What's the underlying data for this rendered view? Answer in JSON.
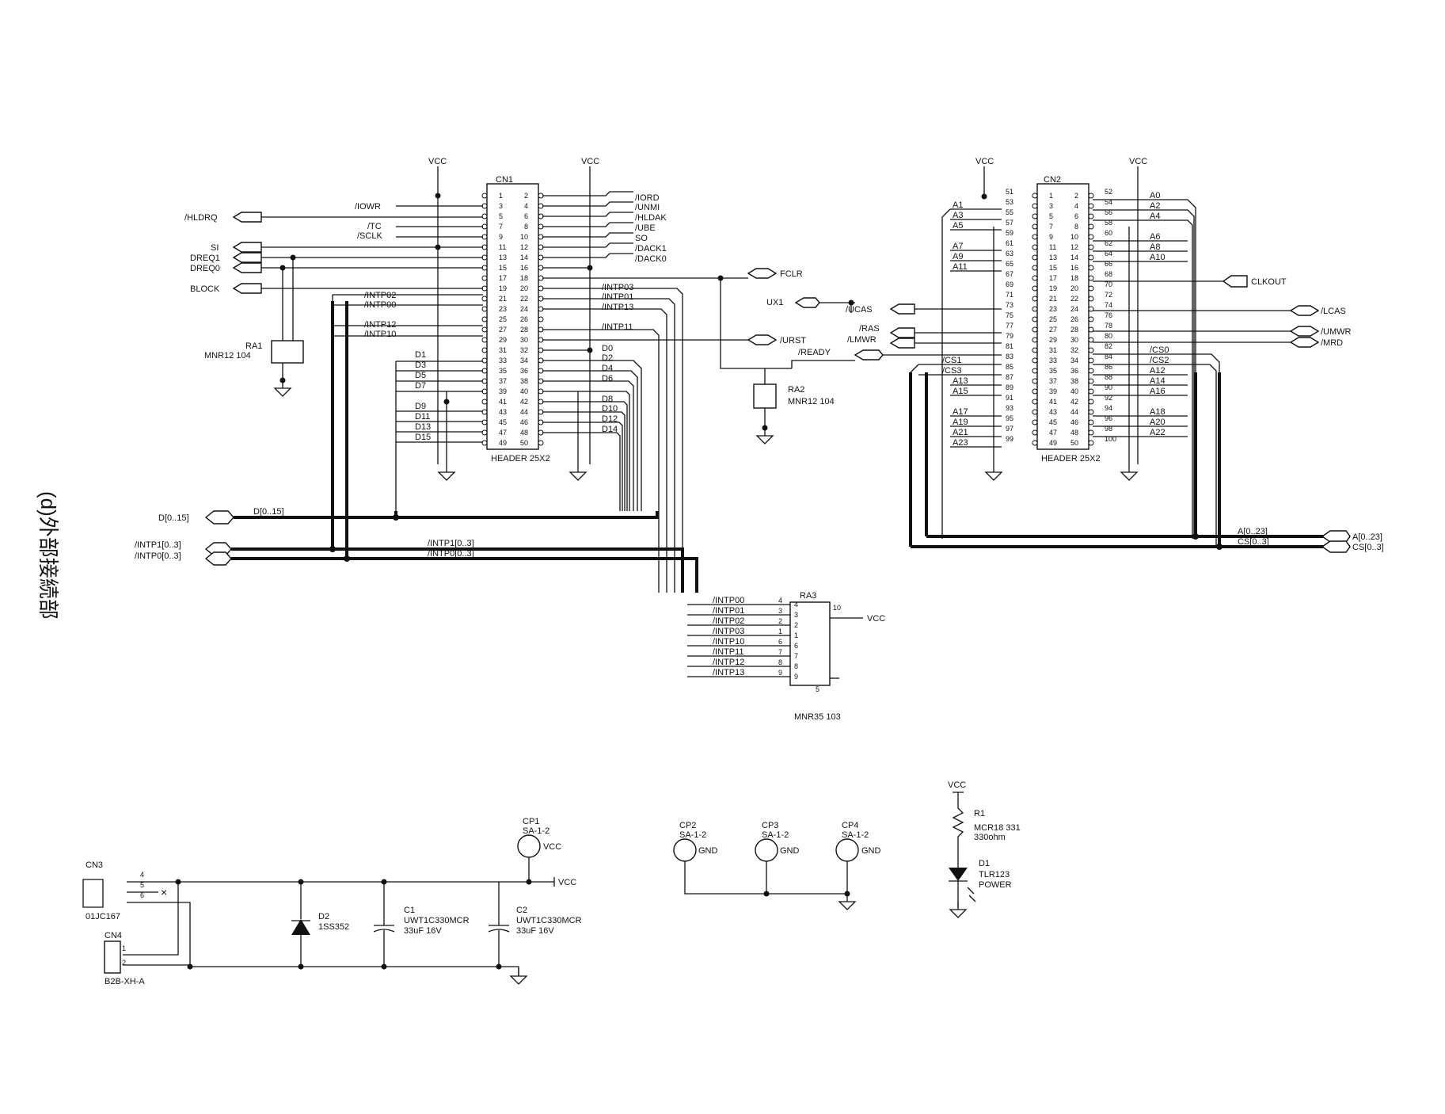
{
  "page": {
    "section_title": "(d)外部接続部"
  },
  "cn1": {
    "ref": "CN1",
    "part": "HEADER 25X2",
    "vcc_left": "VCC",
    "vcc_right": "VCC",
    "odd_pins": [
      "1",
      "3",
      "5",
      "7",
      "9",
      "11",
      "13",
      "15",
      "17",
      "19",
      "21",
      "23",
      "25",
      "27",
      "29",
      "31",
      "33",
      "35",
      "37",
      "39",
      "41",
      "43",
      "45",
      "47",
      "49"
    ],
    "even_pins": [
      "2",
      "4",
      "6",
      "8",
      "10",
      "12",
      "14",
      "16",
      "18",
      "20",
      "22",
      "24",
      "26",
      "28",
      "30",
      "32",
      "34",
      "36",
      "38",
      "40",
      "42",
      "44",
      "46",
      "48",
      "50"
    ],
    "left_signals": [
      "/IOWR",
      "/TC",
      "/SCLK",
      "/INTP02",
      "/INTP00",
      "/INTP12",
      "/INTP10",
      "D1",
      "D3",
      "D5",
      "D7",
      "D9",
      "D11",
      "D13",
      "D15"
    ],
    "right_signals": [
      "/IORD",
      "/UNMI",
      "/HLDAK",
      "/UBE",
      "SO",
      "/DACK1",
      "/DACK0",
      "/INTP03",
      "/INTP01",
      "/INTP13",
      "/INTP11",
      "D0",
      "D2",
      "D4",
      "D6",
      "D8",
      "D10",
      "D12",
      "D14"
    ]
  },
  "cn1_ports": {
    "hldrq": "/HLDRQ",
    "si": "SI",
    "dreq1": "DREQ1",
    "dreq0": "DREQ0",
    "block": "BLOCK",
    "fclr": "FCLR",
    "ux1": "UX1",
    "urst": "/URST",
    "ready": "/READY"
  },
  "ra1": {
    "ref": "RA1",
    "part": "MNR12 104"
  },
  "ra2": {
    "ref": "RA2",
    "part": "MNR12 104"
  },
  "cn2": {
    "ref": "CN2",
    "part": "HEADER 25X2",
    "vcc_left": "VCC",
    "vcc_right": "VCC",
    "left_ext": [
      "51",
      "53",
      "55",
      "57",
      "59",
      "61",
      "63",
      "65",
      "67",
      "69",
      "71",
      "73",
      "75",
      "77",
      "79",
      "81",
      "83",
      "85",
      "87",
      "89",
      "91",
      "93",
      "95",
      "97",
      "99"
    ],
    "right_ext": [
      "52",
      "54",
      "56",
      "58",
      "60",
      "62",
      "64",
      "66",
      "68",
      "70",
      "72",
      "74",
      "76",
      "78",
      "80",
      "82",
      "84",
      "86",
      "88",
      "90",
      "92",
      "94",
      "96",
      "98",
      "100"
    ],
    "left_signals": [
      "A1",
      "A3",
      "A5",
      "A7",
      "A9",
      "A11",
      "/CS1",
      "/CS3",
      "A13",
      "A15",
      "A17",
      "A19",
      "A21",
      "A23"
    ],
    "right_signals": [
      "A0",
      "A2",
      "A4",
      "A6",
      "A8",
      "A10",
      "/CS0",
      "/CS2",
      "A12",
      "A14",
      "A16",
      "A18",
      "A20",
      "A22"
    ]
  },
  "cn2_ports": {
    "clkout": "CLKOUT",
    "ucas": "/UCAS",
    "ras": "/RAS",
    "lmwr": "/LMWR",
    "lcas": "/LCAS",
    "umwr": "/UMWR",
    "mrd": "/MRD"
  },
  "buses": {
    "d_port": "D[0..15]",
    "d_label": "D[0..15]",
    "intp1_port": "/INTP1[0..3]",
    "intp0_port": "/INTP0[0..3]",
    "intp1_label": "/INTP1[0..3]",
    "intp0_label": "/INTP0[0..3]",
    "a_label": "A[0..23]",
    "cs_label": "CS[0..3]",
    "a_port": "A[0..23]",
    "cs_port": "CS[0..3]"
  },
  "ra3": {
    "ref": "RA3",
    "part": "MNR35 103",
    "vcc": "VCC",
    "nets": [
      "/INTP00",
      "/INTP01",
      "/INTP02",
      "/INTP03",
      "/INTP10",
      "/INTP11",
      "/INTP12",
      "/INTP13"
    ],
    "left_pins": [
      "4",
      "3",
      "2",
      "1",
      "6",
      "7",
      "8",
      "9"
    ],
    "right_pins": [
      "4",
      "3",
      "2",
      "1",
      "6",
      "7",
      "8",
      "9"
    ],
    "top_pin": "10",
    "bottom_pin": "5"
  },
  "power": {
    "cn3_ref": "CN3",
    "cn3_part": "01JC167",
    "cn3_pins": [
      "4",
      "5",
      "6"
    ],
    "cn4_ref": "CN4",
    "cn4_part": "B2B-XH-A",
    "cn4_pins": [
      "1",
      "2"
    ],
    "d2_ref": "D2",
    "d2_part": "1SS352",
    "c1_ref": "C1",
    "c1_part": "UWT1C330MCR",
    "c1_value": "33uF 16V",
    "c2_ref": "C2",
    "c2_part": "UWT1C330MCR",
    "c2_value": "33uF 16V",
    "vcc_label": "VCC"
  },
  "checkpins": [
    {
      "ref": "CP1",
      "part": "SA-1-2",
      "net": "VCC"
    },
    {
      "ref": "CP2",
      "part": "SA-1-2",
      "net": "GND"
    },
    {
      "ref": "CP3",
      "part": "SA-1-2",
      "net": "GND"
    },
    {
      "ref": "CP4",
      "part": "SA-1-2",
      "net": "GND"
    }
  ],
  "led": {
    "vcc": "VCC",
    "r_ref": "R1",
    "r_part": "MCR18 331",
    "r_value": "330ohm",
    "d_ref": "D1",
    "d_part": "TLR123",
    "d_label": "POWER"
  }
}
